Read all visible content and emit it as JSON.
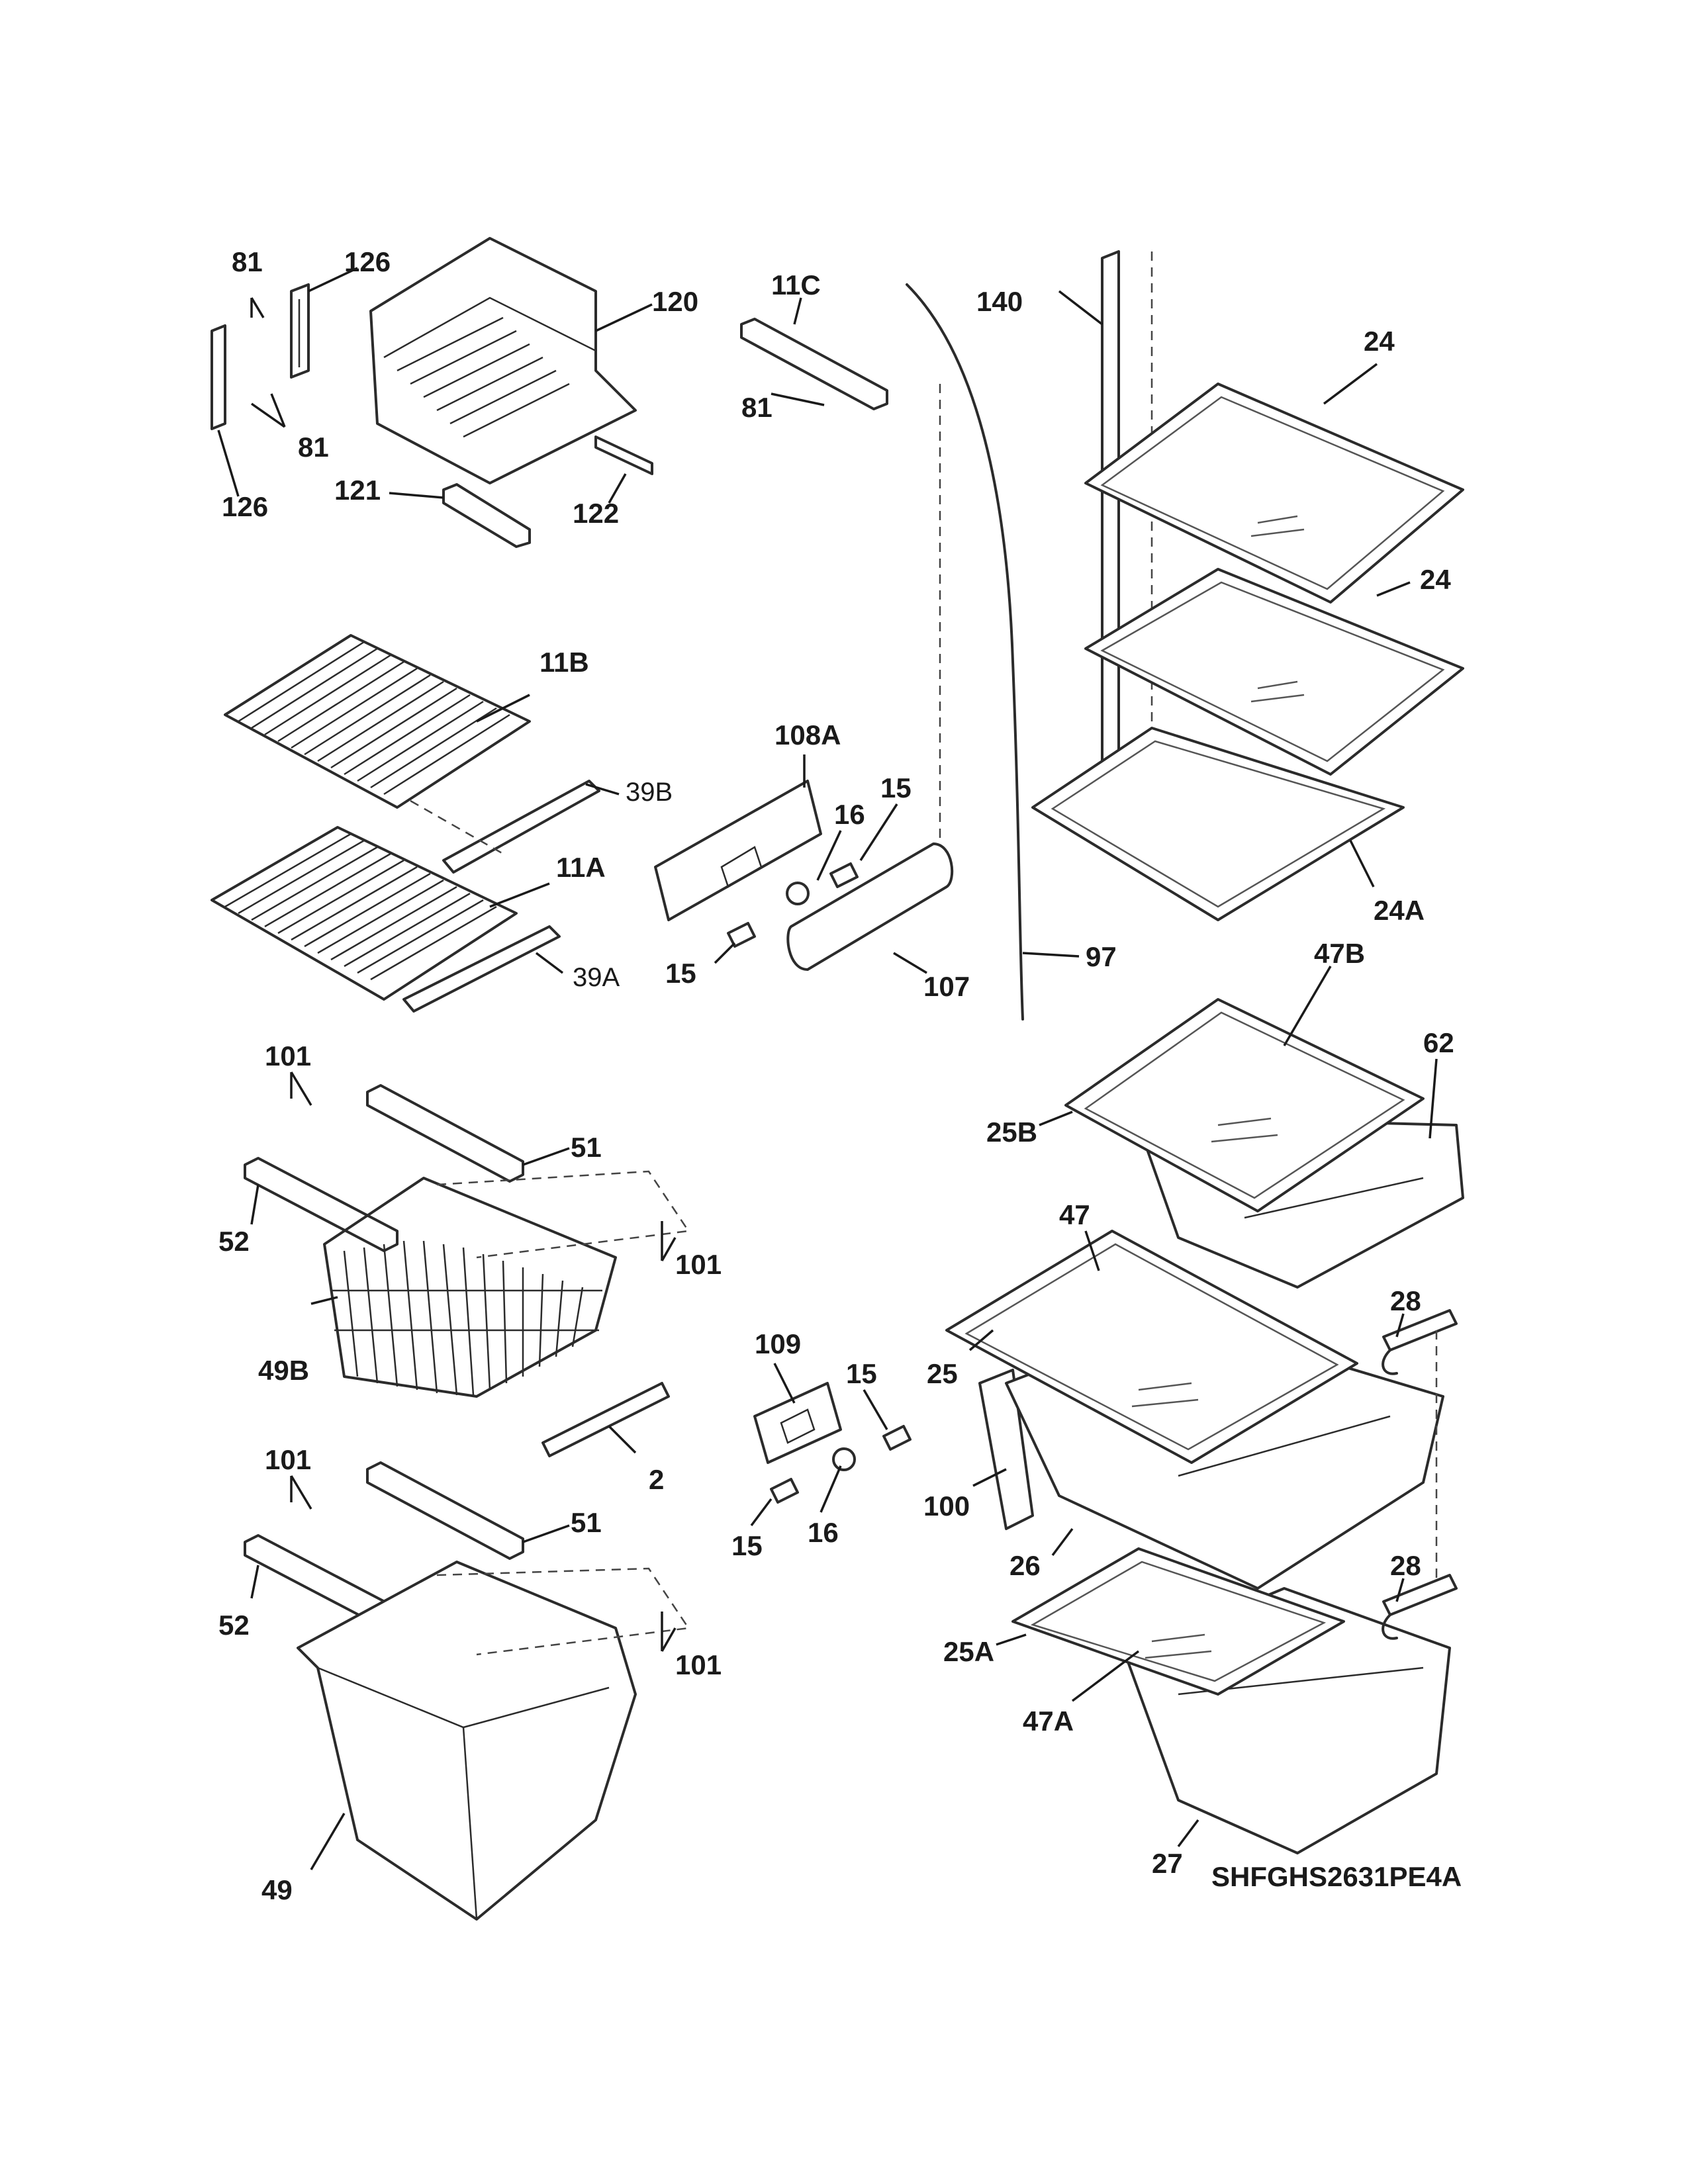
{
  "diagram_id": "SHFGHS2631PE4A",
  "callouts": {
    "c81_top": "81",
    "c126_top": "126",
    "c120": "120",
    "c81_mid": "81",
    "c126_bot": "126",
    "c121": "121",
    "c122": "122",
    "c11C": "11C",
    "c81_11c": "81",
    "c140": "140",
    "c24_a": "24",
    "c24_b": "24",
    "c24A": "24A",
    "c11B": "11B",
    "c39B": "39B",
    "c11A": "11A",
    "c39A": "39A",
    "c108A": "108A",
    "c16_a": "16",
    "c15_a": "15",
    "c15_b": "15",
    "c107": "107",
    "c97": "97",
    "c47B": "47B",
    "c62": "62",
    "c25B": "25B",
    "c101_a": "101",
    "c51_a": "51",
    "c52_a": "52",
    "c101_b": "101",
    "c49B": "49B",
    "c2": "2",
    "c109": "109",
    "c15_c": "15",
    "c16_b": "16",
    "c15_d": "15",
    "c47": "47",
    "c28_a": "28",
    "c25": "25",
    "c100": "100",
    "c26": "26",
    "c101_c": "101",
    "c51_b": "51",
    "c52_b": "52",
    "c101_d": "101",
    "c28_b": "28",
    "c25A": "25A",
    "c47A": "47A",
    "c49": "49",
    "c27": "27"
  }
}
